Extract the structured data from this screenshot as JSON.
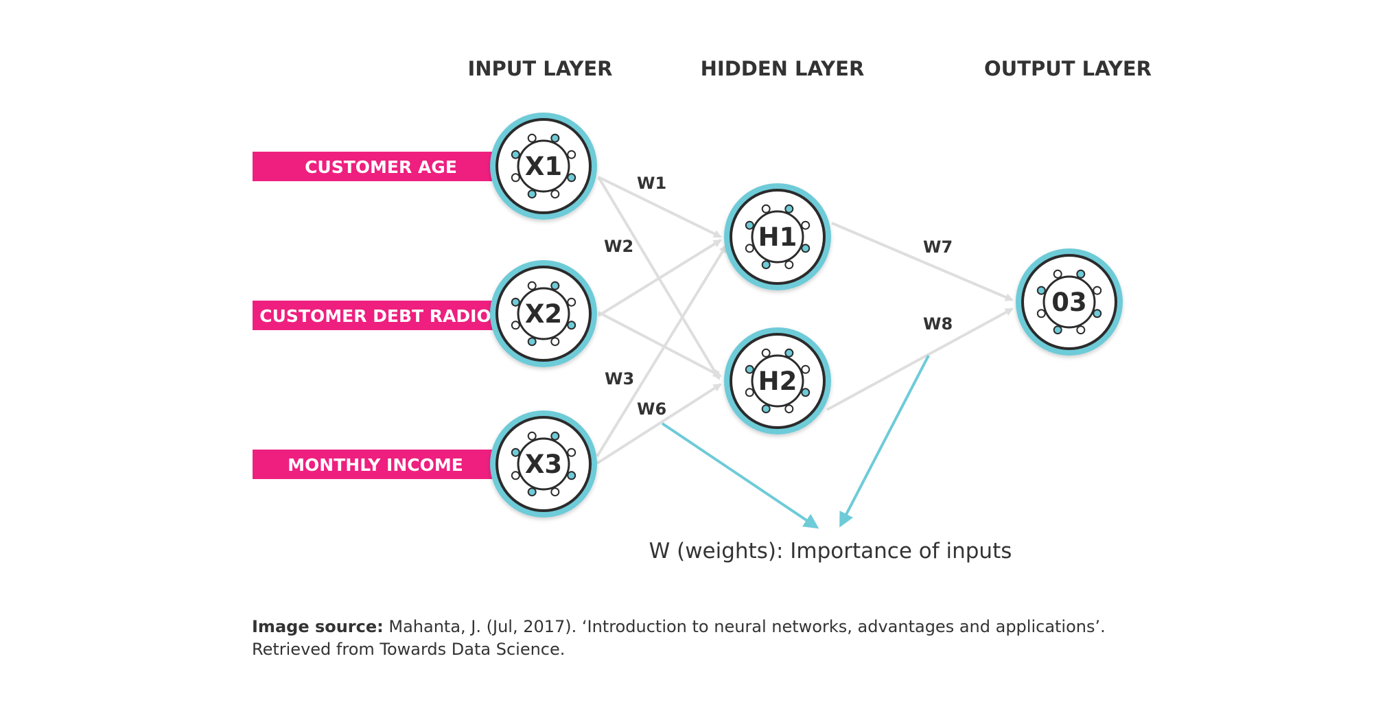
{
  "layers": {
    "input": "INPUT LAYER",
    "hidden": "HIDDEN LAYER",
    "output": "OUTPUT LAYER"
  },
  "inputs": [
    {
      "label": "CUSTOMER AGE",
      "node": "X1"
    },
    {
      "label": "CUSTOMER DEBT RADIO",
      "node": "X2"
    },
    {
      "label": "MONTHLY INCOME",
      "node": "X3"
    }
  ],
  "hidden_nodes": [
    "H1",
    "H2"
  ],
  "output_node": "03",
  "weights": {
    "w1": "W1",
    "w2": "W2",
    "w3": "W3",
    "w6": "W6",
    "w7": "W7",
    "w8": "W8"
  },
  "caption": "W (weights): Importance of inputs",
  "source": {
    "label": "Image source:",
    "line1": " Mahanta, J. (Jul, 2017). ‘Introduction to neural networks, advantages and applications’.",
    "line2": "Retrieved from Towards Data Science."
  },
  "colors": {
    "accent_pink": "#ee1f7f",
    "ring_teal": "#6ecbd8",
    "edge_gray": "#dedede",
    "text_dark": "#333333"
  }
}
